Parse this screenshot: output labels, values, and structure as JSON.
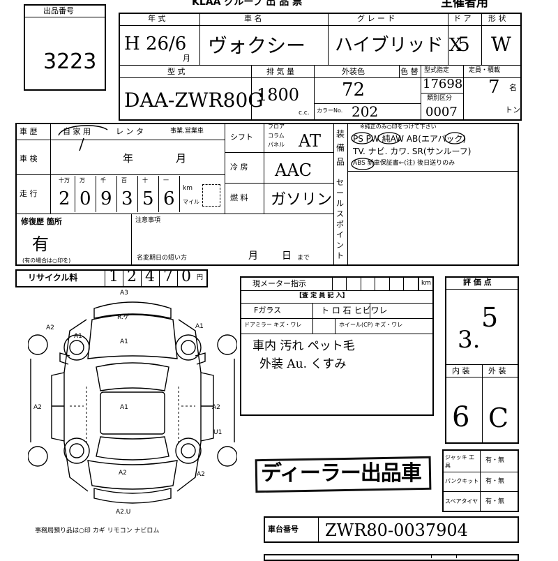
{
  "header": {
    "top_title": "KLAA グループ 出 品 票",
    "sponsor": "主催者用"
  },
  "lot": {
    "label": "出品番号",
    "number": "3223"
  },
  "vehicle": {
    "labels": {
      "year": "年 式",
      "name": "車 名",
      "grade": "グ レ ー ド",
      "doors": "ド ア",
      "shape": "形 状",
      "model": "型 式",
      "displacement": "排 気 量",
      "ext_color": "外装色",
      "color_change": "色 替",
      "designation": "型式指定",
      "capacity": "定員・積載",
      "color_no": "カラーNo.",
      "category": "類別区分",
      "cc": "c.c.",
      "person_unit": "名",
      "ton_unit": "トン",
      "month_unit": "月"
    },
    "year": "H 26/6",
    "name": "ヴォクシー",
    "grade": "ハイブリッド X",
    "doors": "5",
    "shape": "W",
    "model": "DAA-ZWR80G",
    "displacement": "1800",
    "ext_color": "72",
    "color_no": "202",
    "designation": "17698",
    "category": "0007",
    "capacity": "7"
  },
  "history": {
    "label": "車 歴",
    "private": "自 家 用",
    "rental": "レ ン タ",
    "business": "事業.営業車",
    "inspection_label": "車 検",
    "year_unit": "年",
    "month_unit": "月",
    "mileage_label": "走 行",
    "digit_labels": [
      "十万",
      "万",
      "千",
      "百",
      "十",
      "一"
    ],
    "km": "km",
    "mile": "マイル",
    "mileage_digits": [
      "2",
      "0",
      "9",
      "3",
      "5",
      "6"
    ]
  },
  "shift": {
    "label": "シフト",
    "opts": [
      "フロア",
      "コラム",
      "パネル"
    ],
    "value": "AT",
    "ac_label": "冷 房",
    "ac_value": "AAC",
    "fuel_label": "燃 料",
    "fuel_value": "ガソリン"
  },
  "equipment": {
    "side_label": "装 備 品",
    "note": "※純正のみ○印をつけて下さい",
    "row1": "PS PW 純AW AB(エアバック)",
    "row2": "TV. ナビ. カワ. SR(サンルーフ)",
    "row3": "ABS 新車保証書←(注) 後日送りのみ",
    "sales_point": "セールスポイント"
  },
  "repair": {
    "label": "修復歴 箇所",
    "value": "有",
    "note": "(有の場合は○印を)"
  },
  "notes": {
    "label": "注意事項",
    "deadline": "名変期日の短い方",
    "month": "月",
    "day": "日",
    "until": "まで"
  },
  "recycle": {
    "label": "リサイクル料",
    "digits": [
      "1",
      "2",
      "4",
      "7",
      "0"
    ],
    "yen": "円"
  },
  "inspector": {
    "meter_label": "現メーター指示",
    "km": "km",
    "title": "【査 定 員 記 入】",
    "fglass": "Fガラス",
    "fglass_opts": "ト ロ 石 ヒビワレ",
    "mirror": "ドアミラー キズ・ワレ",
    "wheel": "ホイール(CP) キズ・ワレ",
    "comment1": "車内 汚れ ペット毛",
    "comment2": "外装 Au. くすみ"
  },
  "score": {
    "label": "評 価 点",
    "value_top": "5",
    "value_bottom": "3.",
    "interior_label": "内 装",
    "exterior_label": "外 装",
    "interior": "6",
    "exterior": "C"
  },
  "extras": [
    {
      "label": "ジャッキ 工 具",
      "opts": "有・無"
    },
    {
      "label": "パンクキット",
      "opts": "有・無"
    },
    {
      "label": "スペアタイヤ",
      "opts": "有・無"
    }
  ],
  "stamp": "ディーラー出品車",
  "diagram": {
    "marks": [
      "A3",
      "R.ゲ",
      "A2",
      "A1",
      "A1",
      "A1",
      "A1",
      "A2",
      "A2",
      "U1",
      "A2",
      "A2.U",
      "A2"
    ],
    "footer": "事務局預り品は○印 カギ リモコン ナビロム"
  },
  "chassis": {
    "label": "車台番号",
    "value": "ZWR80-0037904"
  }
}
